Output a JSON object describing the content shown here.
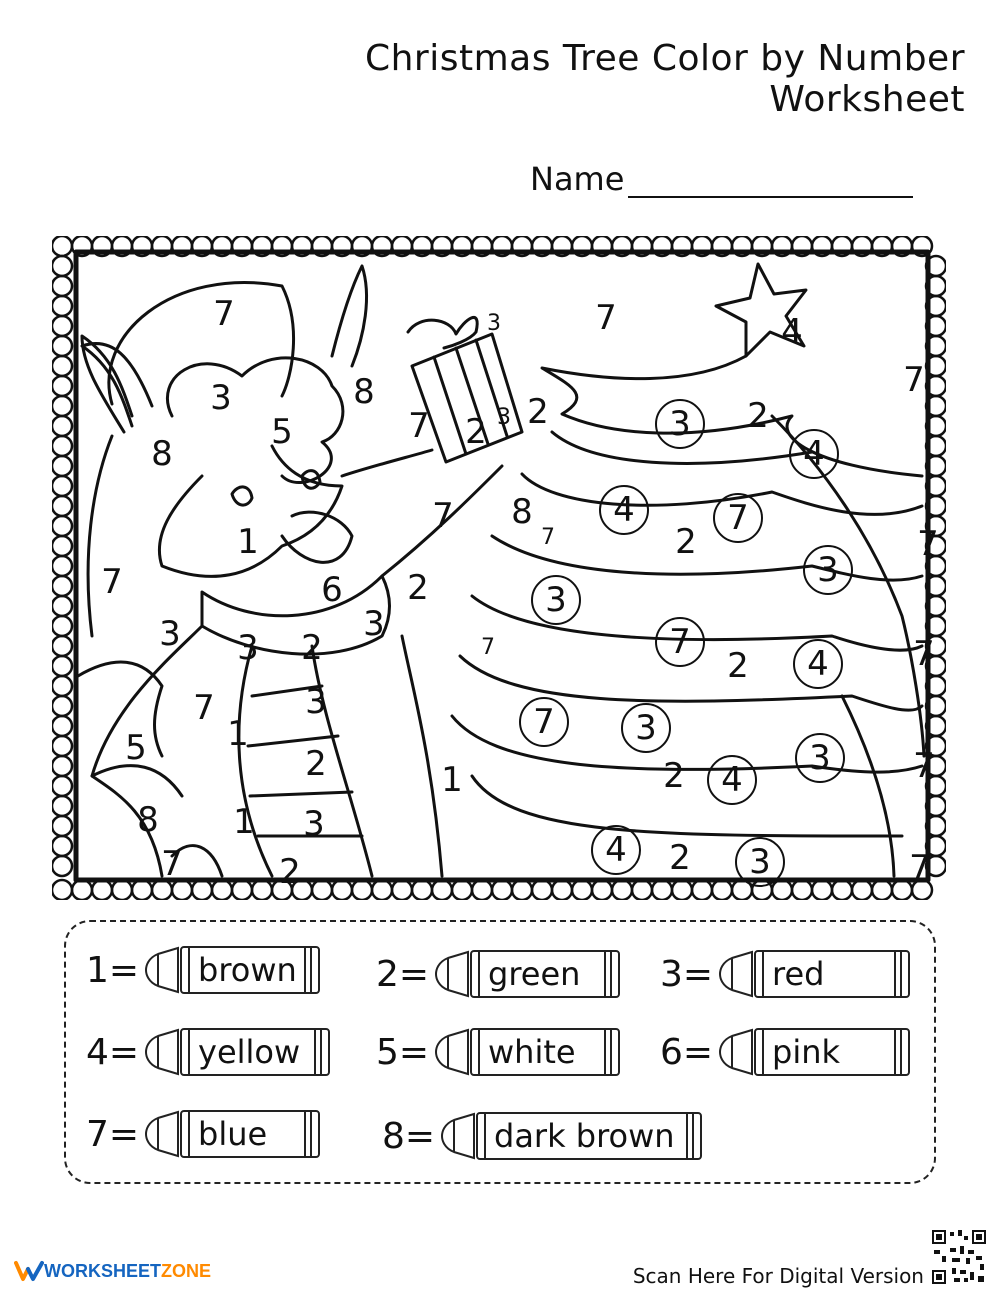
{
  "title": "Christmas Tree Color by Number Worksheet",
  "name_label": "Name",
  "picture_numbers": {
    "plain": [
      [
        "7",
        148,
        62
      ],
      [
        "7",
        530,
        66
      ],
      [
        "7",
        838,
        128
      ],
      [
        "3",
        145,
        146
      ],
      [
        "8",
        288,
        140
      ],
      [
        "5",
        206,
        180
      ],
      [
        "7",
        343,
        174
      ],
      [
        "8",
        86,
        202
      ],
      [
        "2",
        400,
        180
      ],
      [
        "2",
        462,
        160
      ],
      [
        "2",
        682,
        164
      ],
      [
        "1",
        172,
        290
      ],
      [
        "6",
        256,
        338
      ],
      [
        "2",
        342,
        336
      ],
      [
        "7",
        36,
        330
      ],
      [
        "3",
        94,
        382
      ],
      [
        "3",
        172,
        396
      ],
      [
        "2",
        236,
        396
      ],
      [
        "3",
        298,
        372
      ],
      [
        "7",
        367,
        264
      ],
      [
        "8",
        446,
        260
      ],
      [
        "2",
        610,
        290
      ],
      [
        "7",
        852,
        292
      ],
      [
        "7",
        848,
        402
      ],
      [
        "2",
        662,
        414
      ],
      [
        "3",
        240,
        450
      ],
      [
        "7",
        128,
        456
      ],
      [
        "1",
        162,
        482
      ],
      [
        "5",
        60,
        496
      ],
      [
        "2",
        240,
        512
      ],
      [
        "1",
        376,
        528
      ],
      [
        "2",
        598,
        524
      ],
      [
        "7",
        848,
        514
      ],
      [
        "8",
        72,
        568
      ],
      [
        "1",
        168,
        570
      ],
      [
        "3",
        238,
        572
      ],
      [
        "7",
        96,
        612
      ],
      [
        "2",
        214,
        620
      ],
      [
        "2",
        604,
        606
      ],
      [
        "7",
        844,
        616
      ],
      [
        "4",
        716,
        80
      ]
    ],
    "small": [
      [
        "3",
        418,
        72
      ],
      [
        "3",
        428,
        166
      ],
      [
        "7",
        472,
        286
      ],
      [
        "7",
        412,
        396
      ]
    ],
    "circled": [
      [
        "3",
        604,
        172
      ],
      [
        "4",
        738,
        202
      ],
      [
        "4",
        548,
        258
      ],
      [
        "7",
        662,
        266
      ],
      [
        "3",
        752,
        318
      ],
      [
        "3",
        480,
        348
      ],
      [
        "7",
        604,
        390
      ],
      [
        "4",
        742,
        412
      ],
      [
        "7",
        468,
        470
      ],
      [
        "3",
        570,
        476
      ],
      [
        "4",
        656,
        528
      ],
      [
        "3",
        744,
        506
      ],
      [
        "4",
        540,
        598
      ],
      [
        "3",
        684,
        610
      ]
    ]
  },
  "color_key": [
    {
      "number": "1=",
      "color": "brown"
    },
    {
      "number": "2=",
      "color": "green"
    },
    {
      "number": "3=",
      "color": "red"
    },
    {
      "number": "4=",
      "color": "yellow"
    },
    {
      "number": "5=",
      "color": "white"
    },
    {
      "number": "6=",
      "color": "pink"
    },
    {
      "number": "7=",
      "color": "blue"
    },
    {
      "number": "8=",
      "color": "dark brown"
    }
  ],
  "footer": {
    "brand_part1": "WORKSHEET",
    "brand_part2": "ZONE",
    "scan_text": "Scan Here For Digital Version"
  }
}
